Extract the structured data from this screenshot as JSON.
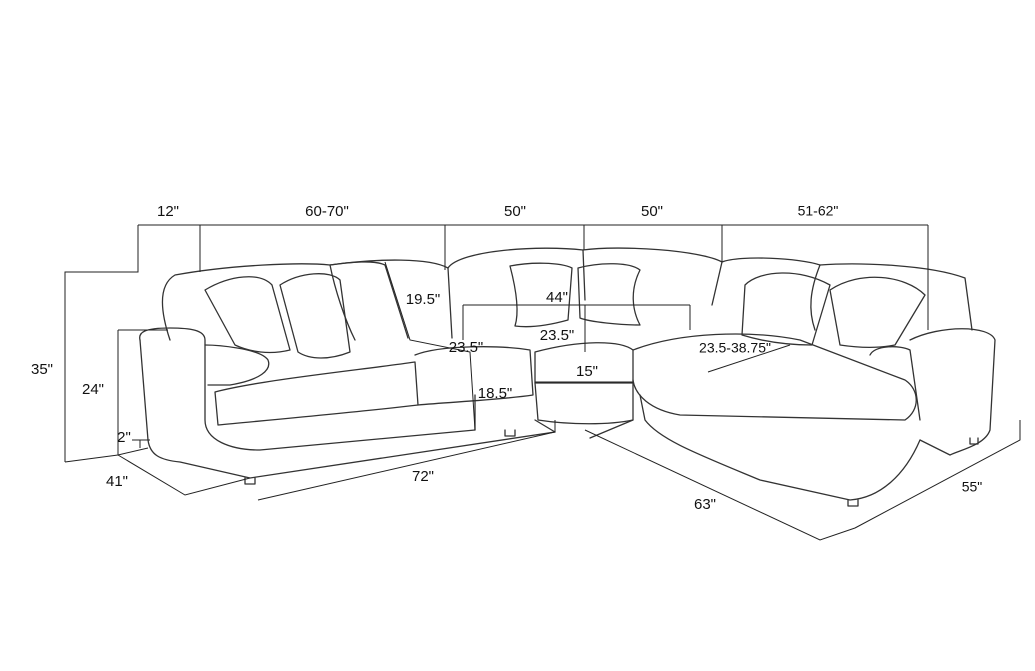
{
  "diagram": {
    "subject": "sectional-sofa",
    "dimensions": {
      "left_arm_width": "12\"",
      "left_section_width": "60-70\"",
      "wedge_left_width": "50\"",
      "wedge_right_width": "50\"",
      "right_section_width": "51-62\"",
      "overall_height": "35\"",
      "arm_height": "24\"",
      "leg_height": "2\"",
      "left_depth": "41\"",
      "left_length": "72\"",
      "right_length": "63\"",
      "right_depth": "55\"",
      "back_height": "19.5\"",
      "wedge_span": "44\"",
      "seat_depth_left": "23.5\"",
      "seat_depth_wedge": "23.5\"",
      "wedge_front": "15\"",
      "seat_height": "18.5\"",
      "chaise_seat_depth": "23.5-38.75\""
    }
  }
}
